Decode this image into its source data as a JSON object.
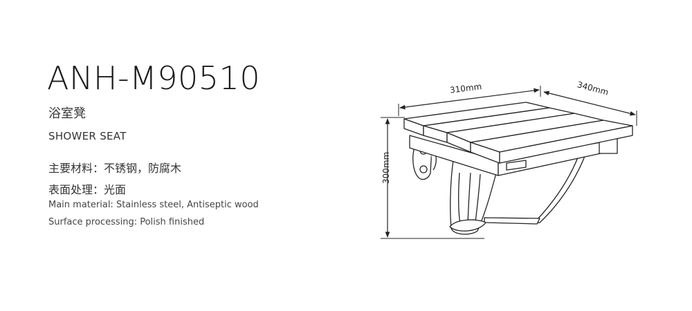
{
  "product": {
    "model": "ANH-M90510",
    "name_cn": "浴室凳",
    "name_en": "SHOWER SEAT"
  },
  "specs": {
    "material_cn": "主要材料：不锈钢，防腐木",
    "surface_cn": "表面处理：光面",
    "material_en": "Main material: Stainless steel, Antiseptic wood",
    "surface_en": "Surface processing: Polish finished"
  },
  "dimensions": {
    "width": "310mm",
    "depth": "340mm",
    "height": "300mm"
  }
}
